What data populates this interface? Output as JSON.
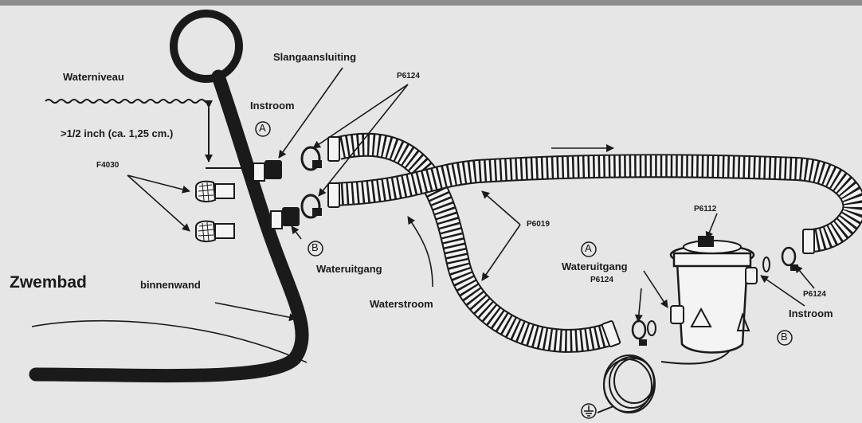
{
  "labels": {
    "water_level": "Waterniveau",
    "hose_connection": "Slangaansluiting",
    "inflow_left": "Instroom",
    "depth": ">1/2 inch (ca. 1,25 cm.)",
    "strainer_part": "F4030",
    "clamp_part_top": "P6124",
    "hose_part": "P6019",
    "pump_cap_part": "P6112",
    "clamp_part_pump_left": "P6124",
    "clamp_part_pump_right": "P6124",
    "outlet_left": "Wateruitgang",
    "outlet_pump": "Wateruitgang",
    "inflow_pump": "Instroom",
    "pool": "Zwembad",
    "inner_wall": "binnenwand",
    "water_flow": "Waterstroom",
    "marker_a": "A",
    "marker_b": "B"
  },
  "colors": {
    "background": "#e6e6e6",
    "ink": "#1a1a1a",
    "top_bar": "#8c8c8c",
    "hose_fill": "#f4f4f4"
  }
}
